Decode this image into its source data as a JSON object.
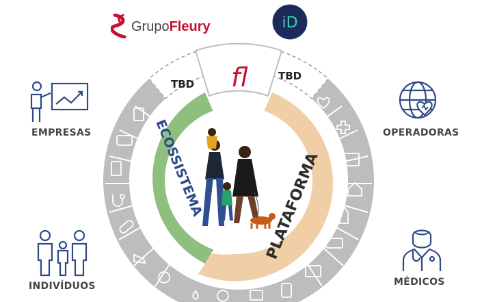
{
  "header": {
    "brand_prefix": "Grupo",
    "brand_name": "Fleury",
    "id_logo_text": "iD"
  },
  "wheel": {
    "left_segment_label": "ECOSSISTEMA",
    "right_segment_label": "PLATAFORMA",
    "top_center_logo": "fl",
    "tbd_left": "TBD",
    "tbd_right": "TBD"
  },
  "stakeholders": {
    "top_left": {
      "label": "EMPRESAS",
      "icon": "presentation-chart-icon"
    },
    "bottom_left": {
      "label": "INDIVÍDUOS",
      "icon": "family-icon"
    },
    "top_right": {
      "label": "OPERADORAS",
      "icon": "globe-heart-icon"
    },
    "bottom_right": {
      "label": "MÉDICOS",
      "icon": "doctor-icon"
    }
  },
  "colors": {
    "brand_red": "#c4122f",
    "ecosystem_green": "#8fbf7f",
    "platform_peach": "#f0cfa6",
    "ring_gray": "#b9b9b9",
    "label_blue": "#2c4a86",
    "label_dark": "#2d2d2d",
    "id_logo_bg": "#1b2a5a",
    "id_logo_fg": "#3fd0b0"
  },
  "ring_icons": [
    "document-icon",
    "id-card-icon",
    "form-icon",
    "stethoscope-icon",
    "pill-icon",
    "sneaker-icon",
    "apple-icon",
    "drop-icon",
    "cross-badge-icon",
    "list-icon",
    "tablet-icon",
    "browser-icon",
    "ambulance-icon",
    "doctor-coat-icon",
    "house-icon",
    "hospital-icon",
    "medical-cross-icon",
    "heart-icon"
  ]
}
